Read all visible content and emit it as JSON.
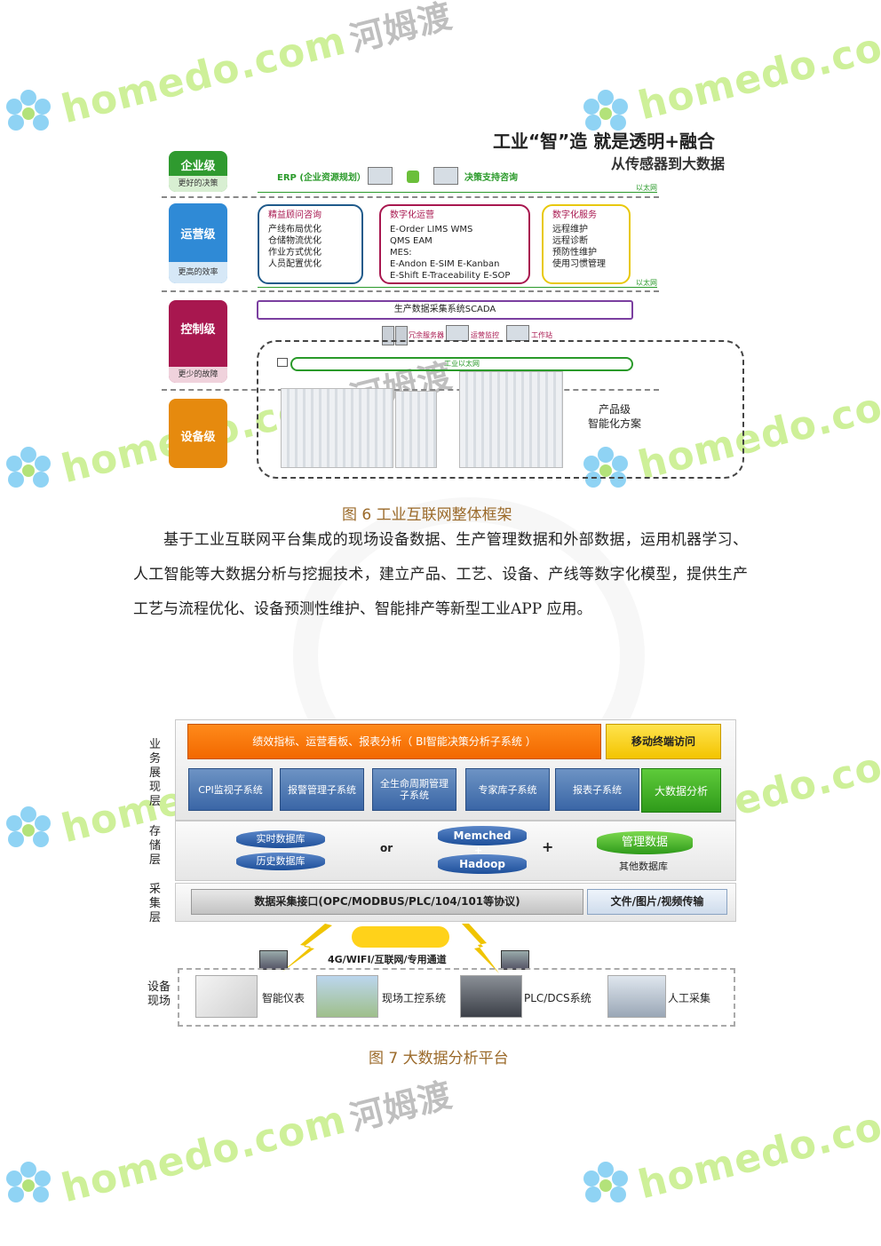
{
  "watermark": {
    "brand": "homedo.com",
    "chinese": "河姆渡"
  },
  "figure6": {
    "title_main": "工业“智”造 就是透明+融合",
    "title_sub": "从传感器到大数据",
    "levels": [
      {
        "name": "企业级",
        "desc": "更好的决策",
        "color": "#2f9a2f"
      },
      {
        "name": "运营级",
        "desc": "更高的效率",
        "color": "#2f8ad6"
      },
      {
        "name": "控制级",
        "desc": "更少的故障",
        "color": "#a8174f"
      },
      {
        "name": "设备级",
        "desc": "",
        "color": "#e68a0e"
      }
    ],
    "erp": "ERP (企业资源规划）",
    "decision": "决策支持咨询",
    "ethernet": "以太网",
    "box_consult": {
      "title": "精益顾问咨询",
      "items": [
        "产线布局优化",
        "仓储物流优化",
        "作业方式优化",
        "人员配置优化"
      ]
    },
    "box_ops": {
      "title": "数字化运营",
      "items": [
        "E-Order  LIMS   WMS",
        "QMS   EAM",
        "MES:",
        "E-Andon   E-SIM E-Kanban",
        "E-Shift E-Traceability E-SOP"
      ]
    },
    "box_service": {
      "title": "数字化服务",
      "items": [
        "远程维护",
        "远程诊断",
        "预防性维护",
        "使用习惯管理"
      ]
    },
    "scada": "生产数据采集系统SCADA",
    "redundant": "冗余服务器",
    "monitor": "运营监控",
    "workstation": "工作站",
    "industrial_eth": "工业以太网",
    "product_level": [
      "产品级",
      "智能化方案"
    ],
    "caption": "图 6  工业互联网整体框架"
  },
  "paragraph": "基于工业互联网平台集成的现场设备数据、生产管理数据和外部数据，运用机器学习、人工智能等大数据分析与挖掘技术，建立产品、工艺、设备、产线等数字化模型，提供生产工艺与流程优化、设备预测性维护、智能排产等新型工业APP 应用。",
  "figure7": {
    "layers": {
      "business": "业务展现层",
      "storage": "存储层",
      "collect": "采集层",
      "device": "设备现场"
    },
    "bi": "绩效指标、运营看板、报表分析（ BI智能决策分析子系统 ）",
    "mobile": "移动终端访问",
    "subsystems": [
      "CPI监视子系统",
      "报警管理子系统",
      "全生命周期管理子系统",
      "专家库子系统",
      "报表子系统"
    ],
    "bigdata": "大数据分析",
    "realtime_db": "实时数据库",
    "history_db": "历史数据库",
    "or": "or",
    "memched": "Memched",
    "plus_small": "+",
    "hadoop": "Hadoop",
    "plus": "+",
    "mgmt_data": "管理数据",
    "other_db": "其他数据库",
    "interface": "数据采集接口(OPC/MODBUS/PLC/104/101等协议)",
    "file_transfer": "文件/图片/视频传输",
    "channel": "4G/WIFI/互联网/专用通道",
    "devices": [
      "智能仪表",
      "现场工控系统",
      "PLC/DCS系统",
      "人工采集"
    ],
    "caption": "图 7  大数据分析平台"
  }
}
